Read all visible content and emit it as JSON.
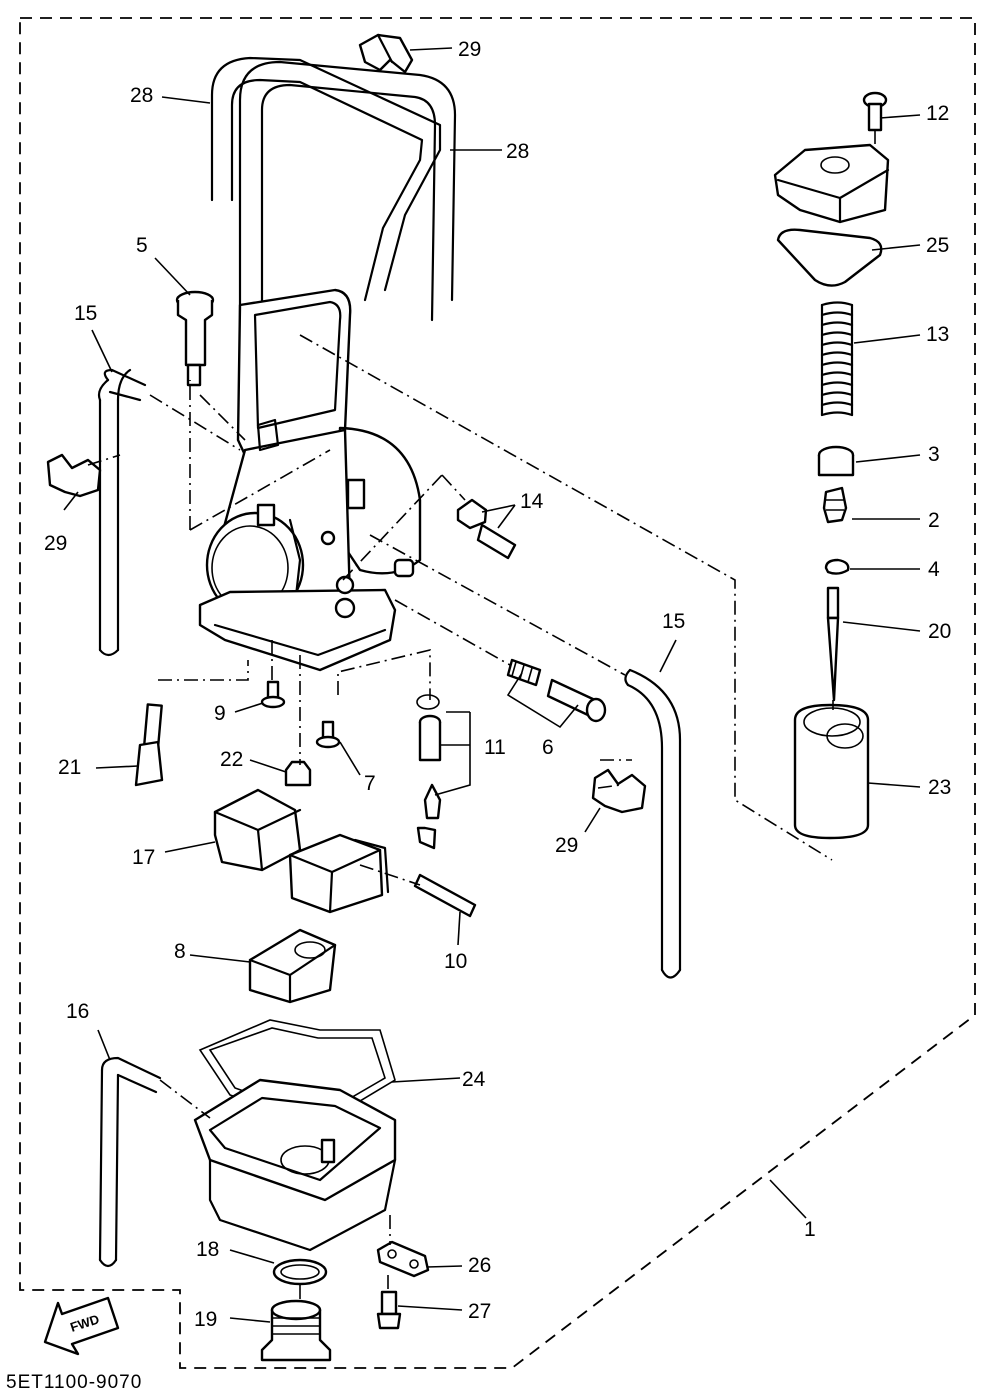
{
  "drawing_code": "5ET1100-9070",
  "fwd_label": "FWD",
  "callouts": [
    {
      "id": "c1",
      "text": "1"
    },
    {
      "id": "c2",
      "text": "2"
    },
    {
      "id": "c3",
      "text": "3"
    },
    {
      "id": "c4",
      "text": "4"
    },
    {
      "id": "c5",
      "text": "5"
    },
    {
      "id": "c6",
      "text": "6"
    },
    {
      "id": "c7",
      "text": "7"
    },
    {
      "id": "c8",
      "text": "8"
    },
    {
      "id": "c9",
      "text": "9"
    },
    {
      "id": "c10",
      "text": "10"
    },
    {
      "id": "c11",
      "text": "11"
    },
    {
      "id": "c12",
      "text": "12"
    },
    {
      "id": "c13",
      "text": "13"
    },
    {
      "id": "c14",
      "text": "14"
    },
    {
      "id": "c15a",
      "text": "15"
    },
    {
      "id": "c15b",
      "text": "15"
    },
    {
      "id": "c16",
      "text": "16"
    },
    {
      "id": "c17",
      "text": "17"
    },
    {
      "id": "c18",
      "text": "18"
    },
    {
      "id": "c19",
      "text": "19"
    },
    {
      "id": "c20",
      "text": "20"
    },
    {
      "id": "c21",
      "text": "21"
    },
    {
      "id": "c22",
      "text": "22"
    },
    {
      "id": "c23",
      "text": "23"
    },
    {
      "id": "c24",
      "text": "24"
    },
    {
      "id": "c25",
      "text": "25"
    },
    {
      "id": "c26",
      "text": "26"
    },
    {
      "id": "c27",
      "text": "27"
    },
    {
      "id": "c28a",
      "text": "28"
    },
    {
      "id": "c28b",
      "text": "28"
    },
    {
      "id": "c29a",
      "text": "29"
    },
    {
      "id": "c29b",
      "text": "29"
    },
    {
      "id": "c29c",
      "text": "29"
    }
  ]
}
